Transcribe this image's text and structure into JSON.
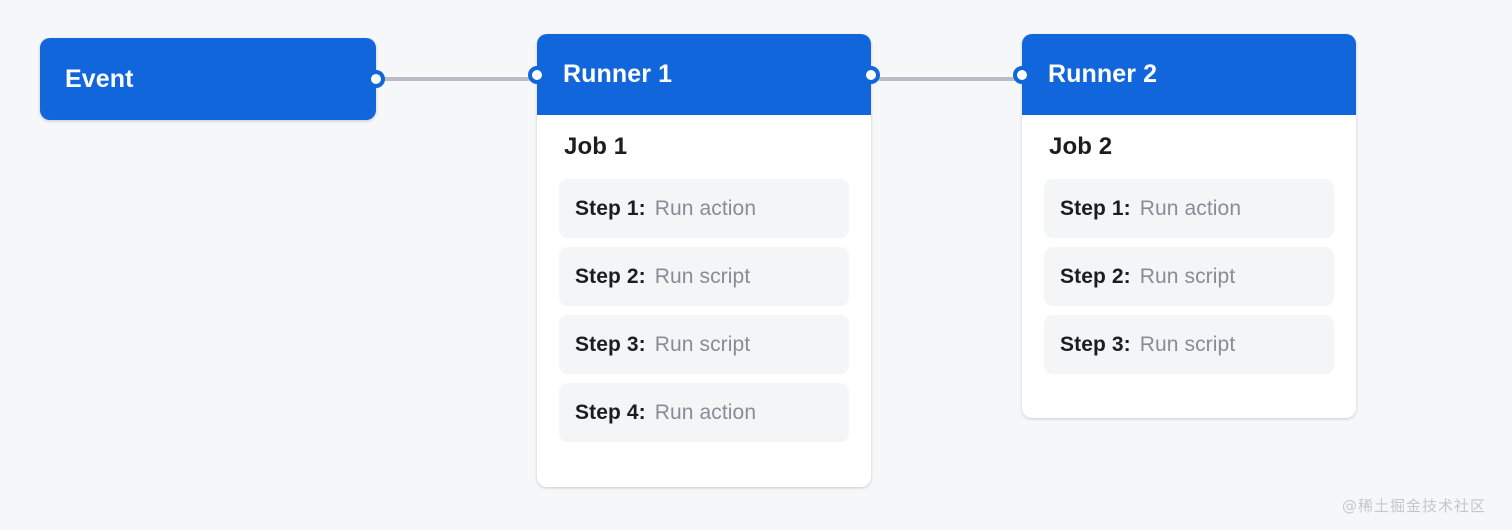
{
  "canvas": {
    "background_color": "#f6f7f9",
    "accent_color": "#1266dc",
    "edge_color": "#b9bec6",
    "step_background": "#f4f5f7",
    "muted_text_color": "#878d96"
  },
  "event_node": {
    "label": "Event"
  },
  "runners": [
    {
      "title": "Runner 1",
      "job_title": "Job 1",
      "steps": [
        {
          "label": "Step 1:",
          "value": "Run action"
        },
        {
          "label": "Step 2:",
          "value": "Run script"
        },
        {
          "label": "Step 3:",
          "value": "Run script"
        },
        {
          "label": "Step 4:",
          "value": "Run action"
        }
      ]
    },
    {
      "title": "Runner 2",
      "job_title": "Job 2",
      "steps": [
        {
          "label": "Step 1:",
          "value": "Run action"
        },
        {
          "label": "Step 2:",
          "value": "Run script"
        },
        {
          "label": "Step 3:",
          "value": "Run script"
        }
      ]
    }
  ],
  "watermark": {
    "text": "@稀土掘金技术社区"
  }
}
